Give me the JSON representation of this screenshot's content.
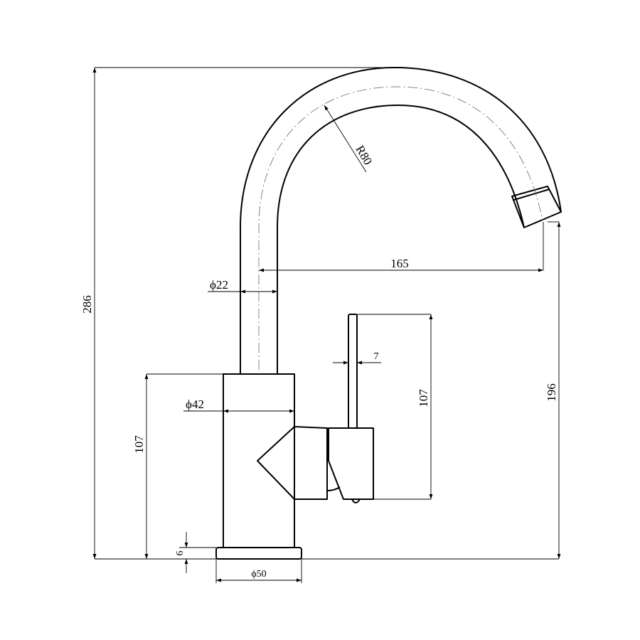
{
  "drawing": {
    "dimensions": {
      "overall_height": "286",
      "spout_radius": "R80",
      "spout_reach": "165",
      "spout_diameter": "ϕ22",
      "handle_diameter": "7",
      "body_diameter": "ϕ42",
      "body_height": "107",
      "handle_height": "107",
      "outlet_height": "196",
      "base_thickness": "6",
      "base_diameter": "ϕ50"
    },
    "colors": {
      "line": "#000000",
      "centerline": "#777777",
      "background": "#ffffff"
    }
  }
}
